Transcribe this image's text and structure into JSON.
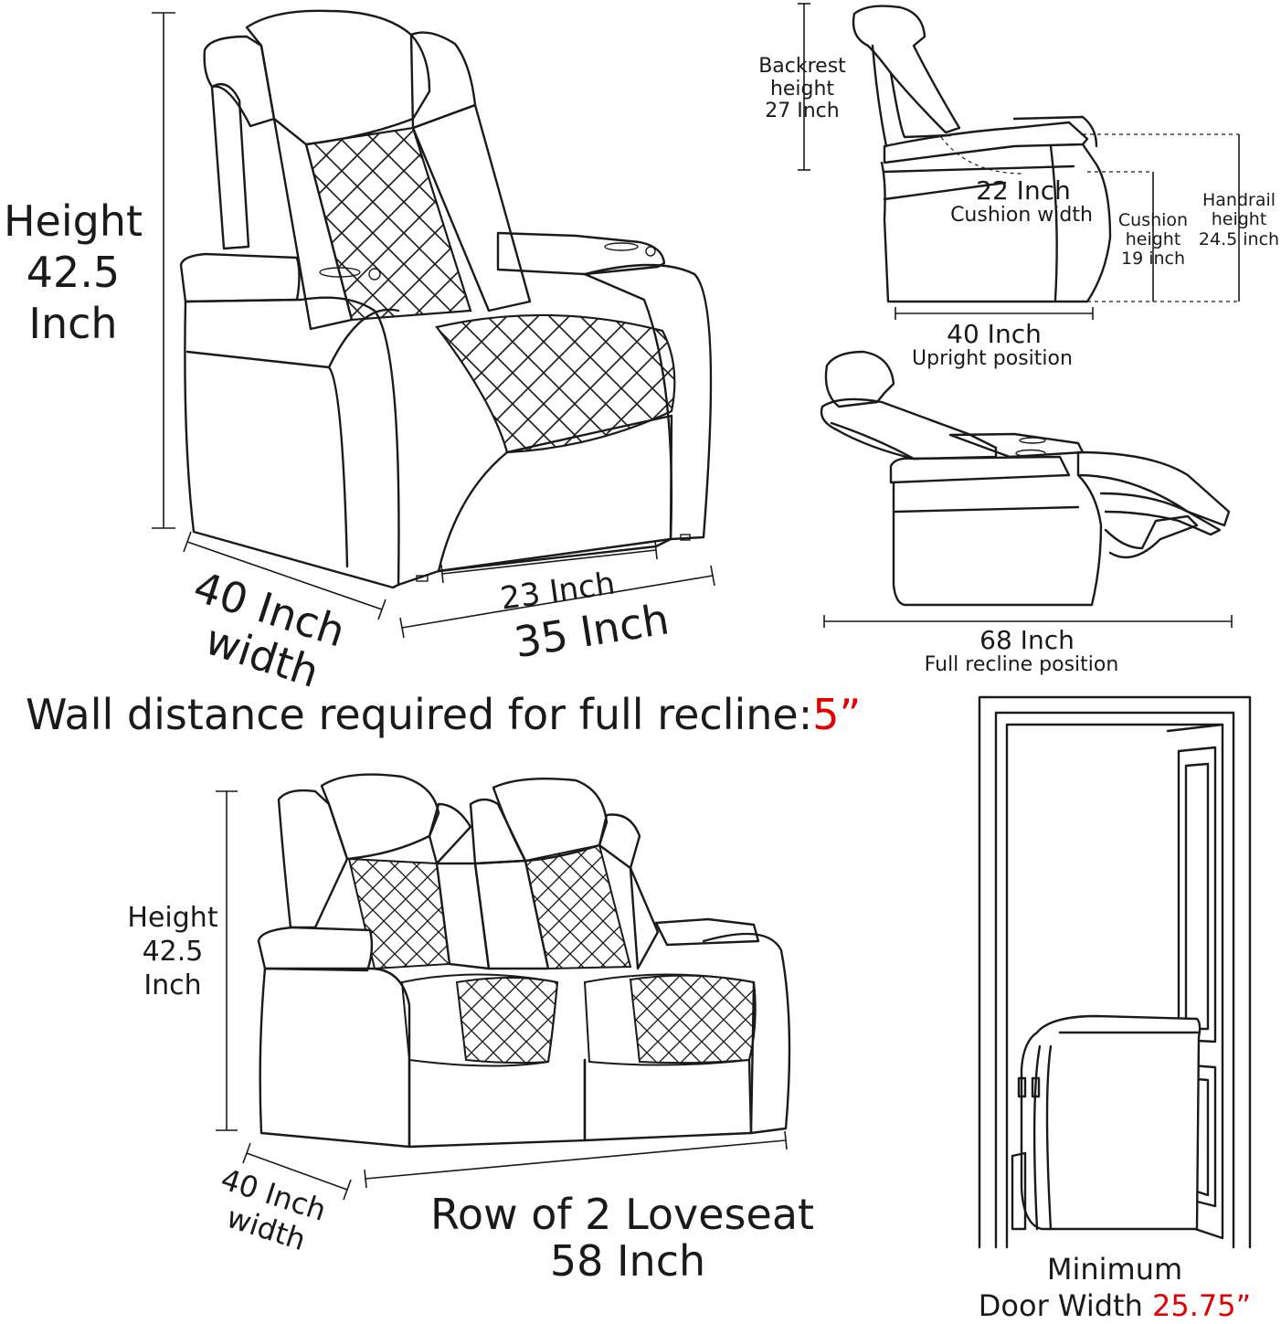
{
  "main_chair": {
    "height_label": [
      "Height",
      "42.5",
      "Inch"
    ],
    "width_label": [
      "40 Inch",
      "width"
    ],
    "seat_width": "23 Inch",
    "overall_depth": "35 Inch"
  },
  "upright": {
    "backrest": [
      "Backrest",
      "height",
      "27 Inch"
    ],
    "cushion_width": [
      "22 Inch",
      "Cushion width"
    ],
    "cushion_height": [
      "Cushion",
      "height",
      "19 inch"
    ],
    "handrail": [
      "Handrail",
      "height",
      "24.5 inch"
    ],
    "depth": "40 Inch",
    "caption": "Upright position"
  },
  "recline": {
    "depth": "68 Inch",
    "caption": "Full recline position"
  },
  "wall": {
    "text": "Wall distance required for full recline:",
    "value": "5”",
    "value_color": "#e00000"
  },
  "loveseat": {
    "height_label": [
      "Height",
      "42.5",
      "Inch"
    ],
    "width_label": [
      "40 Inch",
      "width"
    ],
    "title": "Row of 2 Loveseat",
    "length": "58 Inch"
  },
  "door": {
    "label": "Minimum",
    "text": "Door Width ",
    "value": "25.75”",
    "value_color": "#e00000"
  },
  "colors": {
    "line": "#1a1a1a",
    "accent": "#e00000",
    "background": "#ffffff"
  }
}
